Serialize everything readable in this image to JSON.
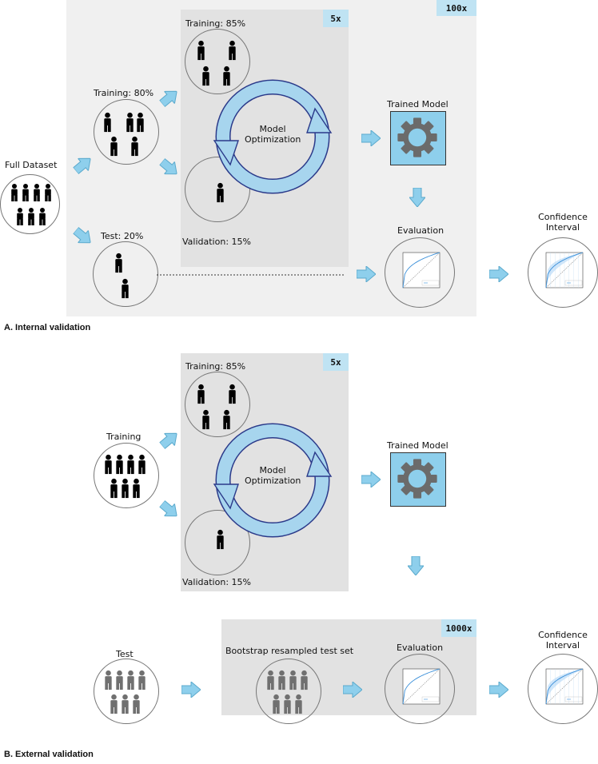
{
  "internal": {
    "label": "A. Internal validation",
    "outer_repeat": "100x",
    "inner_repeat": "5x",
    "full_dataset": "Full Dataset",
    "training": "Training: 80%",
    "test": "Test: 20%",
    "cv_training": "Training: 85%",
    "cv_validation": "Validation: 15%",
    "model_optimization_line1": "Model",
    "model_optimization_line2": "Optimization",
    "trained_model": "Trained Model",
    "evaluation": "Evaluation",
    "confidence_line1": "Confidence",
    "confidence_line2": "Interval"
  },
  "external": {
    "label": "B. External validation",
    "inner_repeat": "5x",
    "bootstrap_repeat": "1000x",
    "training": "Training",
    "test": "Test",
    "cv_training": "Training: 85%",
    "cv_validation": "Validation: 15%",
    "model_optimization_line1": "Model",
    "model_optimization_line2": "Optimization",
    "trained_model": "Trained Model",
    "bootstrap": "Bootstrap resampled test set",
    "evaluation": "Evaluation",
    "confidence_line1": "Confidence",
    "confidence_line2": "Interval"
  },
  "colors": {
    "arrow_fill": "#8ecfec",
    "arrow_stroke": "#5aa9cc",
    "gear_box": "#8ecfec",
    "gear": "#6b6b6b",
    "cycle_fill": "#a7d5ee",
    "cycle_stroke": "#2b3a8a",
    "person_black": "#000000",
    "person_gray": "#707070",
    "roc_curve": "#3a8fd9"
  }
}
